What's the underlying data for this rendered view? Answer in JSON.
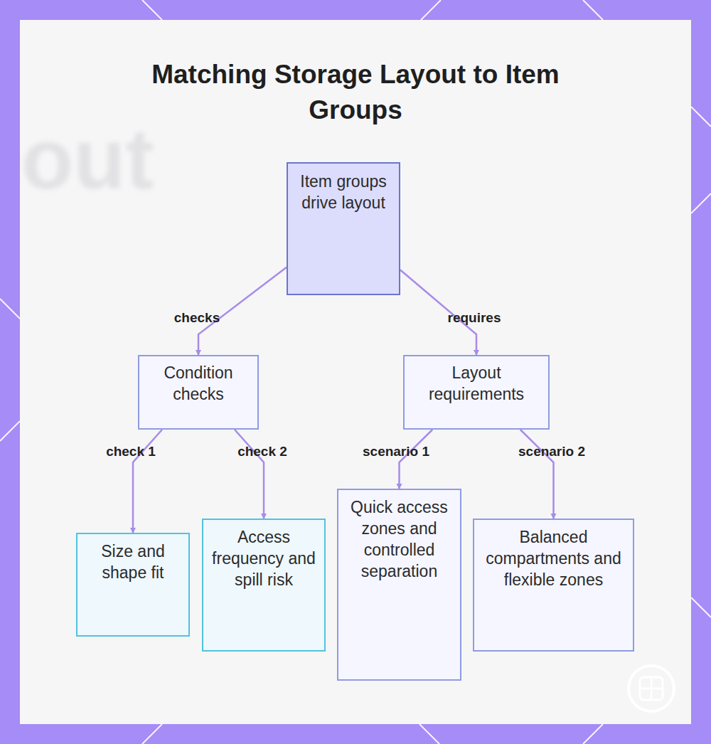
{
  "diagram": {
    "title": "Matching Storage Layout to Item Groups",
    "nodes": [
      {
        "text": [
          "Item groups drive layout"
        ]
      },
      {
        "text": [
          "Condition checks"
        ]
      },
      {
        "text": [
          "Layout requirements"
        ]
      },
      {
        "text": [
          "Size and shape fit"
        ]
      },
      {
        "text": [
          "Access frequency and spill risk"
        ]
      },
      {
        "text": [
          "Quick access zones and controlled separation"
        ]
      },
      {
        "text": [
          "Balanced compartments and flexible zones"
        ]
      }
    ],
    "edges": [
      {
        "from": 0,
        "to": 1,
        "label": "checks",
        "arrow": "to"
      },
      {
        "from": 0,
        "to": 2,
        "label": "requires",
        "arrow": "to"
      },
      {
        "from": 1,
        "to": 3,
        "label": "check 1",
        "arrow": "to"
      },
      {
        "from": 1,
        "to": 4,
        "label": "check 2",
        "arrow": "to"
      },
      {
        "from": 2,
        "to": 5,
        "label": "scenario 1",
        "arrow": "to"
      },
      {
        "from": 2,
        "to": 6,
        "label": "scenario 2",
        "arrow": "to"
      }
    ],
    "labels": [
      "out"
    ]
  }
}
